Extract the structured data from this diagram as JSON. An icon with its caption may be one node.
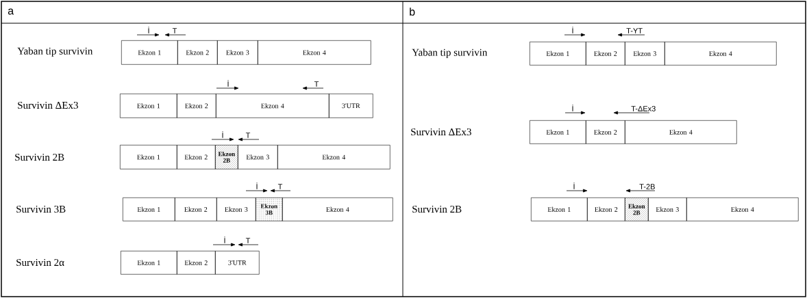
{
  "diagram": {
    "nodes": [
      {
        "text": [
          "Ekzon 1"
        ]
      },
      {
        "text": [
          "Ekzon 2"
        ]
      },
      {
        "text": [
          "Ekzon 3"
        ]
      },
      {
        "text": [
          "Ekzon 4"
        ]
      },
      {
        "text": [
          "Ekzon 1"
        ]
      },
      {
        "text": [
          "Ekzon 2"
        ]
      },
      {
        "text": [
          "Ekzon 4"
        ]
      },
      {
        "text": [
          "3'UTR"
        ]
      },
      {
        "text": [
          "Ekzon 1"
        ]
      },
      {
        "text": [
          "Ekzon 2"
        ]
      },
      {
        "text": [
          "Ekzon 2B"
        ]
      },
      {
        "text": [
          "Ekzon 3"
        ]
      },
      {
        "text": [
          "Ekzon 4"
        ]
      },
      {
        "text": [
          "Ekzon 1"
        ]
      },
      {
        "text": [
          "Ekzon 2"
        ]
      },
      {
        "text": [
          "Ekzon 3"
        ]
      },
      {
        "text": [
          "Ekzon 3B"
        ]
      },
      {
        "text": [
          "Ekzon 4"
        ]
      },
      {
        "text": [
          "Ekzon 1"
        ]
      },
      {
        "text": [
          "Ekzon 2"
        ]
      },
      {
        "text": [
          "3'UTR"
        ]
      },
      {
        "text": [
          "Ekzon 1"
        ]
      },
      {
        "text": [
          "Ekzon 2"
        ]
      },
      {
        "text": [
          "Ekzon 3"
        ]
      },
      {
        "text": [
          "Ekzon 4"
        ]
      },
      {
        "text": [
          "Ekzon 1"
        ]
      },
      {
        "text": [
          "Ekzon 2"
        ]
      },
      {
        "text": [
          "Ekzon 4"
        ]
      },
      {
        "text": [
          "Ekzon 1"
        ]
      },
      {
        "text": [
          "Ekzon 2"
        ]
      },
      {
        "text": [
          "Ekzon 2B"
        ]
      },
      {
        "text": [
          "Ekzon 3"
        ]
      },
      {
        "text": [
          "Ekzon 4"
        ]
      }
    ],
    "labels": [
      "a",
      "b",
      "İ",
      "T",
      "Yaban tip survivin",
      "İ",
      "T",
      "Survivin ΔEx3",
      "İ",
      "T",
      "Survivin 2B",
      "İ",
      "T",
      "Survivin 3B",
      "İ",
      "T",
      "Survivin 2α",
      "İ",
      "T-YT",
      "Yaban tip survivin",
      "İ",
      "T-ΔEx3",
      "Survivin ΔEx3",
      "İ",
      "T-2B",
      "Survivin 2B"
    ]
  }
}
